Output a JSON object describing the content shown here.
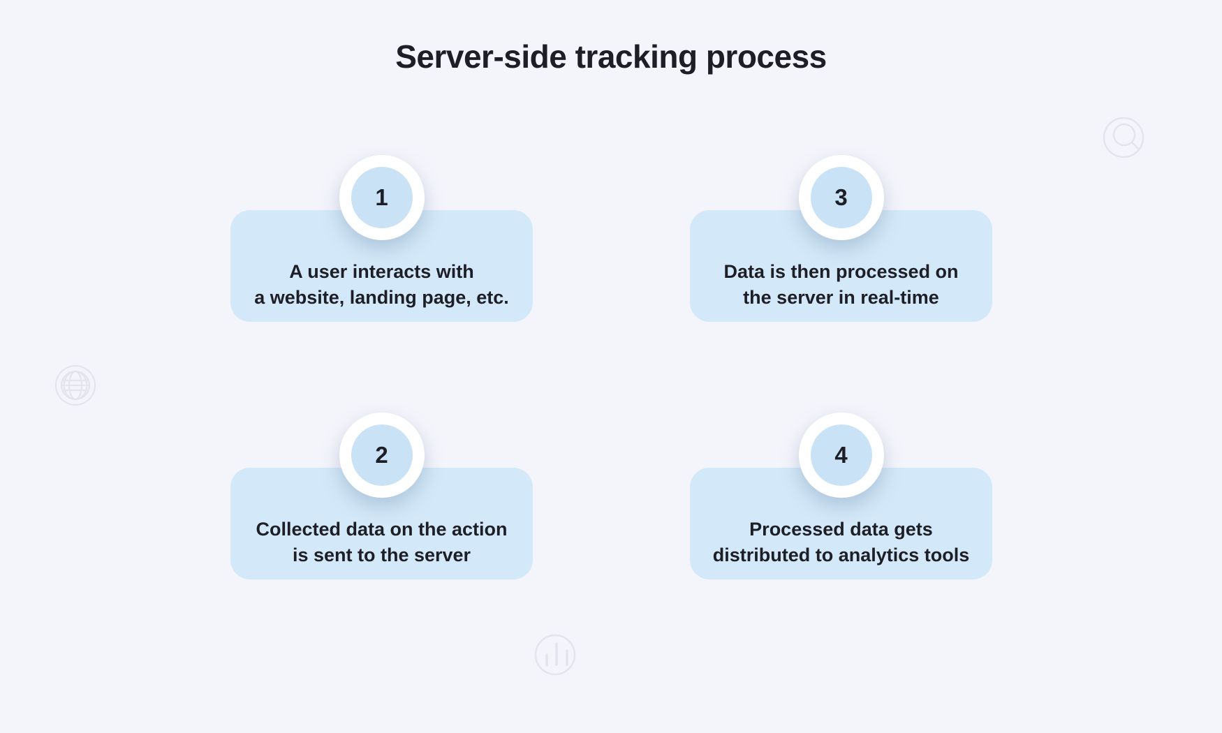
{
  "title": "Server-side tracking process",
  "colors": {
    "background": "#f4f4fb",
    "card": "#d3e8f8",
    "badge_inner": "#c9e2f6",
    "badge_ring": "#ffffff",
    "text": "#1e1e26",
    "decoration_stroke": "#e4e4ef"
  },
  "steps": [
    {
      "number": "1",
      "line1": "A user interacts with",
      "line2": "a website, landing page, etc."
    },
    {
      "number": "2",
      "line1": "Collected data on the action",
      "line2": "is sent to the server"
    },
    {
      "number": "3",
      "line1": "Data is then processed on",
      "line2": "the server in real-time"
    },
    {
      "number": "4",
      "line1": "Processed data gets",
      "line2": "distributed to analytics tools"
    }
  ],
  "decorations": [
    {
      "name": "magnifier-icon"
    },
    {
      "name": "globe-icon"
    },
    {
      "name": "bar-chart-icon"
    }
  ]
}
